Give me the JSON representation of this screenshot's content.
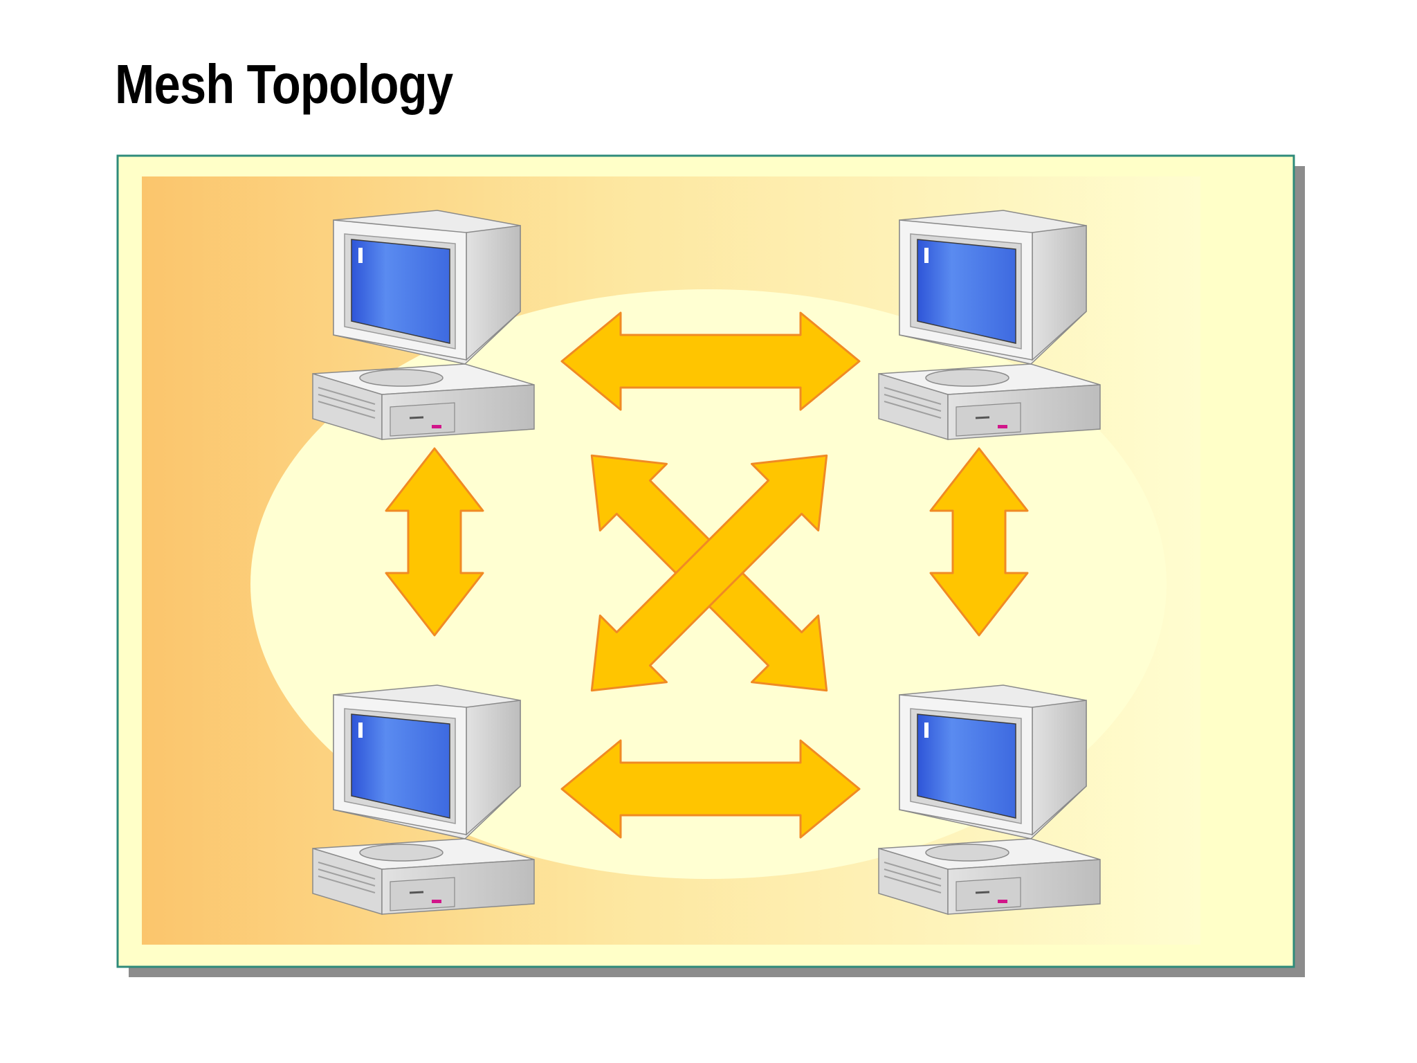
{
  "title": "Mesh Topology",
  "nodes": [
    {
      "id": "computer-top-left",
      "icon": "desktop-computer-icon"
    },
    {
      "id": "computer-top-right",
      "icon": "desktop-computer-icon"
    },
    {
      "id": "computer-bottom-left",
      "icon": "desktop-computer-icon"
    },
    {
      "id": "computer-bottom-right",
      "icon": "desktop-computer-icon"
    }
  ],
  "edges": [
    {
      "from": "computer-top-left",
      "to": "computer-top-right",
      "icon": "double-arrow-icon"
    },
    {
      "from": "computer-bottom-left",
      "to": "computer-bottom-right",
      "icon": "double-arrow-icon"
    },
    {
      "from": "computer-top-left",
      "to": "computer-bottom-left",
      "icon": "double-arrow-icon"
    },
    {
      "from": "computer-top-right",
      "to": "computer-bottom-right",
      "icon": "double-arrow-icon"
    },
    {
      "from": "computer-top-left",
      "to": "computer-bottom-right",
      "icon": "double-arrow-icon"
    },
    {
      "from": "computer-top-right",
      "to": "computer-bottom-left",
      "icon": "double-arrow-icon"
    }
  ],
  "colors": {
    "arrow_fill": "#FFC500",
    "arrow_stroke": "#F08A24",
    "frame_border": "#2E8B7A",
    "frame_fill": "#FFFFC8",
    "shadow": "#8C8C8C",
    "panel_left": "#FBC56C",
    "panel_right": "#FFFDD0",
    "ellipse": "#FFFFD2",
    "screen": "#4D7BE8",
    "case": "#E6E6E6"
  }
}
